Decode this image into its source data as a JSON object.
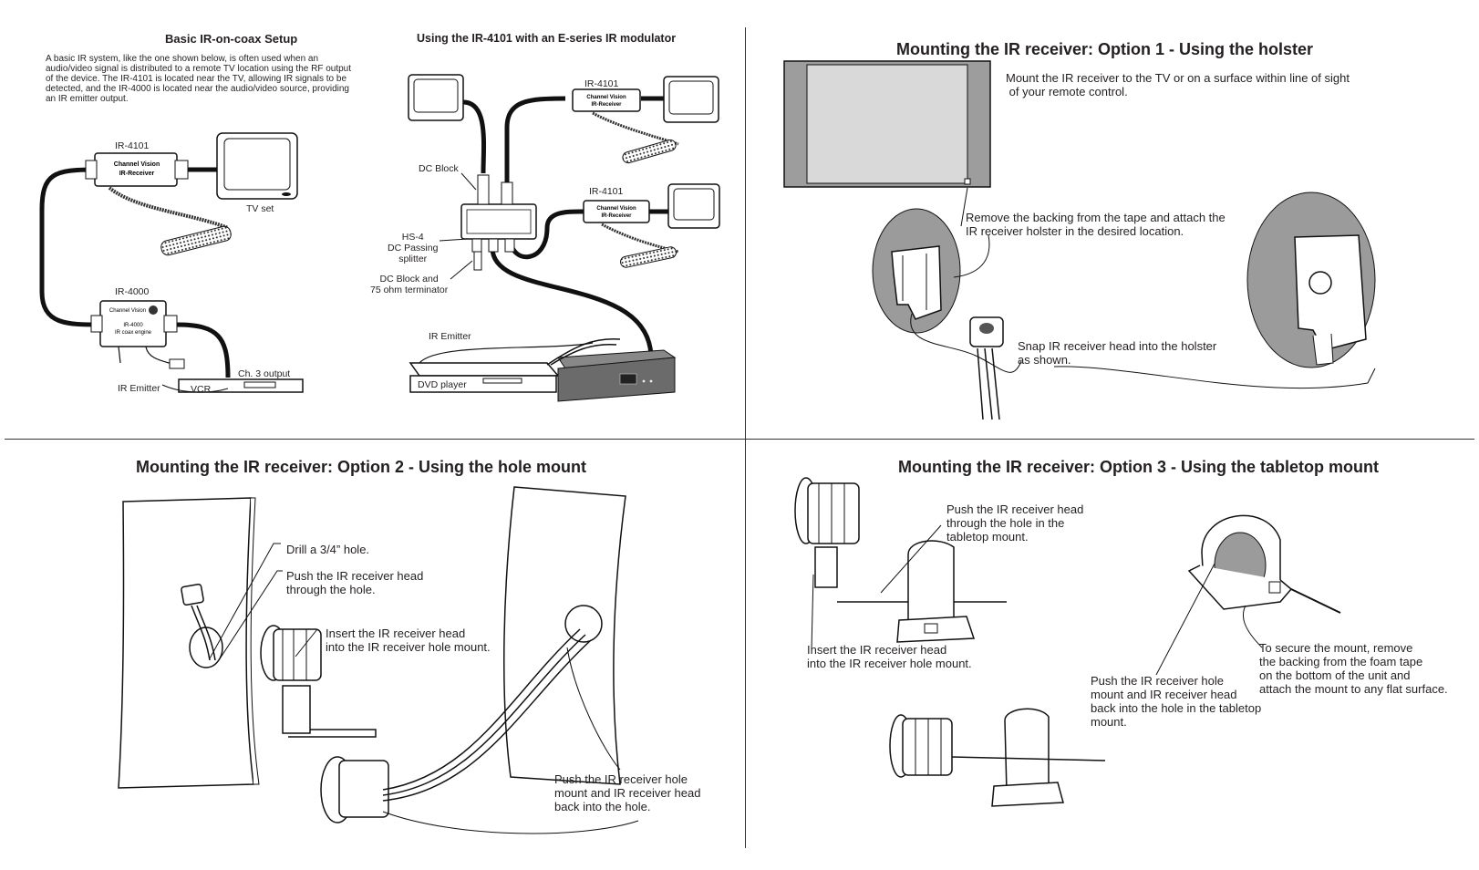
{
  "q1": {
    "title": "Basic IR-on-coax Setup",
    "intro": "A basic IR system, like the one shown below, is often used when an audio/video signal is distributed to a remote TV location using the RF output of the device. The IR-4101 is located near the TV, allowing IR signals to be detected, and the IR-4000 is located near the audio/video source, providing an IR emitter output.",
    "ir4101_label": "IR-4101",
    "tv_label": "TV set",
    "ir4000_label": "IR-4000",
    "ch3_label": "Ch. 3 output",
    "emitter_label": "IR Emitter",
    "vcr_label": "VCR",
    "device_brand": "Channel Vision",
    "device_receiver": "IR-Receiver",
    "engine_model": "IR-4000",
    "engine_sub": "IR coax engine"
  },
  "q2": {
    "title": "Using the IR-4101 with an E-series IR modulator",
    "ir4101_top": "IR-4101",
    "ir4101_mid": "IR-4101",
    "dc_block": "DC Block",
    "splitter": "HS-4\nDC Passing\nsplitter",
    "terminator": "DC Block and\n75 ohm terminator",
    "emitter": "IR Emitter",
    "dvd": "DVD player"
  },
  "q3": {
    "title": "Mounting the IR receiver: Option 1 - Using the holster",
    "desc": "Mount the IR receiver to the TV or on a surface within line of sight\n of your remote control.",
    "step1": "Remove the backing from the tape and attach the\nIR receiver holster in the desired location.",
    "step2": "Snap IR receiver head into the holster\nas shown."
  },
  "q4": {
    "title": "Mounting the IR receiver: Option 2 - Using the hole mount",
    "drill": "Drill a 3/4” hole.",
    "push": "Push the IR receiver head\nthrough the hole.",
    "insert": "Insert the IR receiver head\ninto the IR receiver hole mount.",
    "back": "Push the IR receiver hole\nmount and IR receiver head\nback into the hole."
  },
  "q5": {
    "title": "Mounting the IR receiver: Option 3 - Using the tabletop mount",
    "push": "Push the IR receiver head\nthrough the hole in the\ntabletop mount.",
    "insert": "Insert the IR receiver head\ninto the IR receiver hole mount.",
    "back": "Push the IR receiver hole\nmount and IR receiver head\nback into the hole in the tabletop\nmount.",
    "secure": "To secure the mount, remove\nthe backing from the foam tape\non the bottom of the unit and\nattach the mount to any flat surface."
  }
}
